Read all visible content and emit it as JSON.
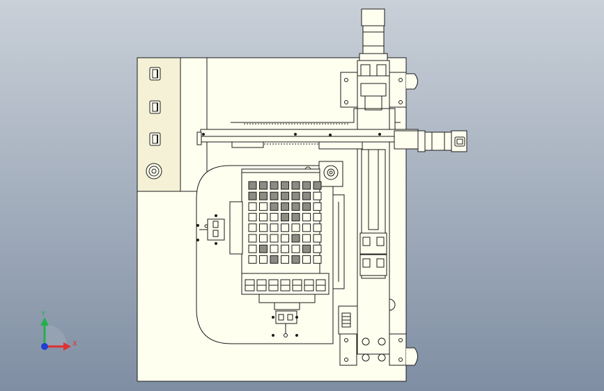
{
  "viewport": {
    "background_top": "#c9d0d8",
    "background_bottom": "#7f8ea3"
  },
  "triad": {
    "y_label": "Y",
    "x_label": "X",
    "y_color": "#22b14c",
    "x_color": "#e03030",
    "z_color": "#1f3fd6"
  },
  "drawing": {
    "plate_color": "#fffff0",
    "panel_color": "#f4f1d6",
    "line_color": "#1a1a1a",
    "tray_grid": {
      "rows": 8,
      "cols": 7,
      "dark_cells": [
        [
          0,
          0
        ],
        [
          0,
          1
        ],
        [
          0,
          2
        ],
        [
          0,
          3
        ],
        [
          0,
          4
        ],
        [
          0,
          5
        ],
        [
          0,
          6
        ],
        [
          1,
          0
        ],
        [
          1,
          1
        ],
        [
          1,
          2
        ],
        [
          1,
          3
        ],
        [
          1,
          4
        ],
        [
          1,
          5
        ],
        [
          2,
          2
        ],
        [
          2,
          3
        ],
        [
          2,
          4
        ],
        [
          2,
          5
        ],
        [
          3,
          3
        ],
        [
          3,
          4
        ],
        [
          5,
          4
        ],
        [
          6,
          1
        ],
        [
          6,
          5
        ],
        [
          7,
          2
        ],
        [
          7,
          4
        ]
      ]
    }
  }
}
